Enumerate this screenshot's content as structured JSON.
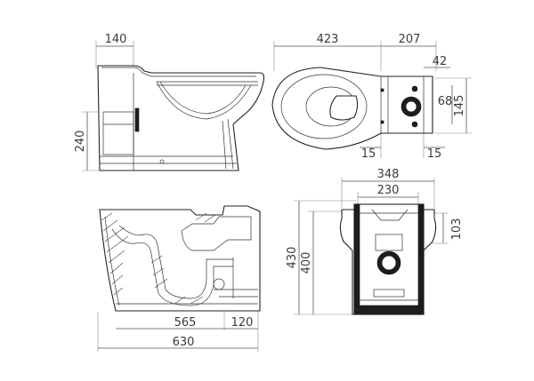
{
  "drawing": {
    "side_view": {
      "dim_top": "140",
      "dim_height": "240"
    },
    "top_view": {
      "dim_left": "423",
      "dim_right": "207",
      "dim_small": "42",
      "dim_inner": "68",
      "dim_outer": "145",
      "dim_left_offset": "15",
      "dim_right_offset": "15"
    },
    "section_view": {
      "dim_inner_length": "565",
      "dim_outlet": "120",
      "dim_total_length": "630"
    },
    "rear_view": {
      "dim_width": "348",
      "dim_inner_width": "230",
      "dim_total_height": "430",
      "dim_height": "400",
      "dim_outlet_height": "103"
    }
  },
  "colors": {
    "line": "#222222",
    "dimension": "#555555",
    "text": "#3a3a3a"
  }
}
